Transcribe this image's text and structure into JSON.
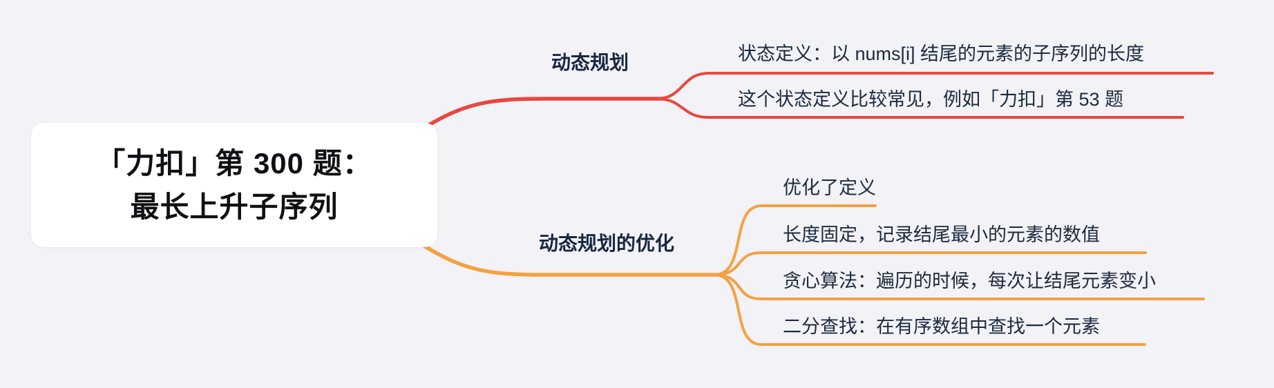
{
  "canvas": {
    "background": "#F2F2F7",
    "text_color": "#1C2A3E"
  },
  "root": {
    "title_line1": "「力扣」第 300 题：",
    "title_line2": "最长上升子序列"
  },
  "branches": [
    {
      "label": "动态规划",
      "color": "#E8473F",
      "children": [
        "状态定义：以 nums[i] 结尾的元素的子序列的长度",
        "这个状态定义比较常见，例如「力扣」第 53 题"
      ]
    },
    {
      "label": "动态规划的优化",
      "color": "#F5A142",
      "children": [
        "优化了定义",
        "长度固定，记录结尾最小的元素的数值",
        "贪心算法：遍历的时候，每次让结尾元素变小",
        "二分查找：在有序数组中查找一个元素"
      ]
    }
  ]
}
